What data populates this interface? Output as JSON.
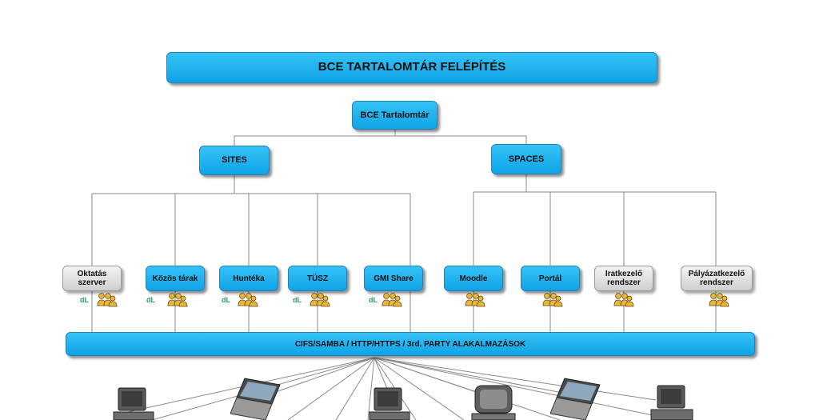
{
  "diagram": {
    "title": "BCE TARTALOMTÁR FELÉPÍTÉS",
    "root": "BCE Tartalomtár",
    "branches": {
      "sites": "SITES",
      "spaces": "SPACES"
    },
    "sites_children": [
      "Oktatás szerver",
      "Közös tárak",
      "Huntéka",
      "TÜSZ",
      "GMI Share"
    ],
    "spaces_children": [
      "Moodle",
      "Portál",
      "Iratkezelő rendszer",
      "Pályázatkezelő rendszer"
    ],
    "dl_label": "dL",
    "bus": "CIFS/SAMBA / HTTP/HTTPS / 3rd. PARTY ALAKALMAZÁSOK"
  },
  "icons": {
    "user_group": "user-group-icon",
    "desktop": "desktop-computer-icon",
    "laptop": "laptop-icon",
    "crt": "crt-terminal-icon"
  }
}
